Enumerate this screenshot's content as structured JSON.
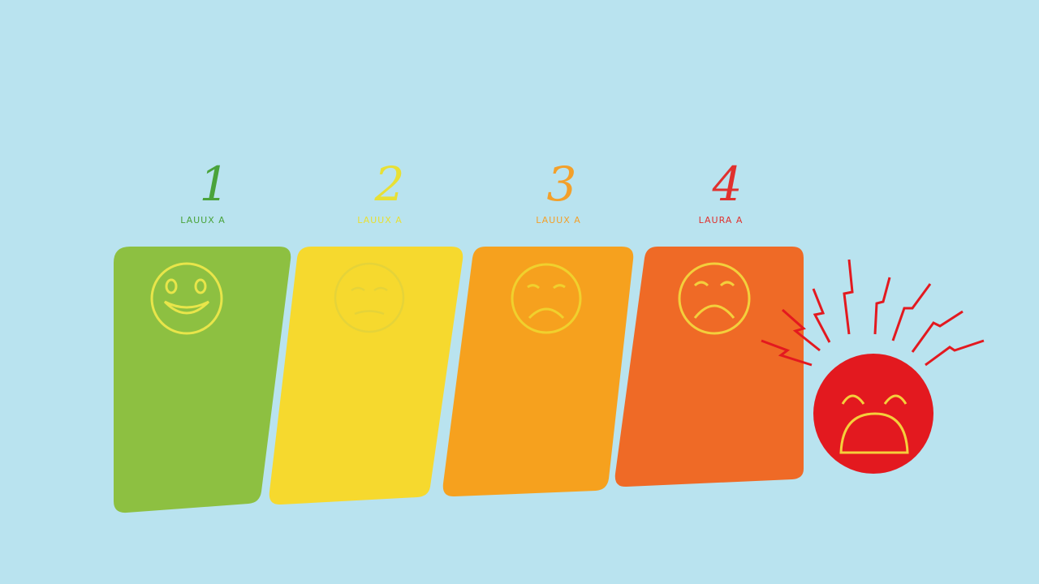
{
  "levels": [
    {
      "number": "1",
      "caption": "LAUUX A",
      "color": "#8dc041",
      "accent": "#4aa33b",
      "face": "very-happy-face-icon",
      "face_color": "#e8e54a"
    },
    {
      "number": "2",
      "caption": "LAUUX A",
      "color": "#f6d92e",
      "accent": "#e8e035",
      "face": "neutral-face-icon",
      "face_color": "#e5d339"
    },
    {
      "number": "3",
      "caption": "LAUUX A",
      "color": "#f6a11e",
      "accent": "#f3a02a",
      "face": "sad-face-icon",
      "face_color": "#f0d02d"
    },
    {
      "number": "4",
      "caption": "LAURA A",
      "color": "#ef6a26",
      "accent": "#e0312e",
      "face": "very-sad-face-icon",
      "face_color": "#f3cf3c"
    }
  ],
  "pain_icon": {
    "name": "pain-burst-face-icon",
    "color": "#e3191f",
    "face_color": "#f5cf3b"
  },
  "background": "#b9e3ef"
}
